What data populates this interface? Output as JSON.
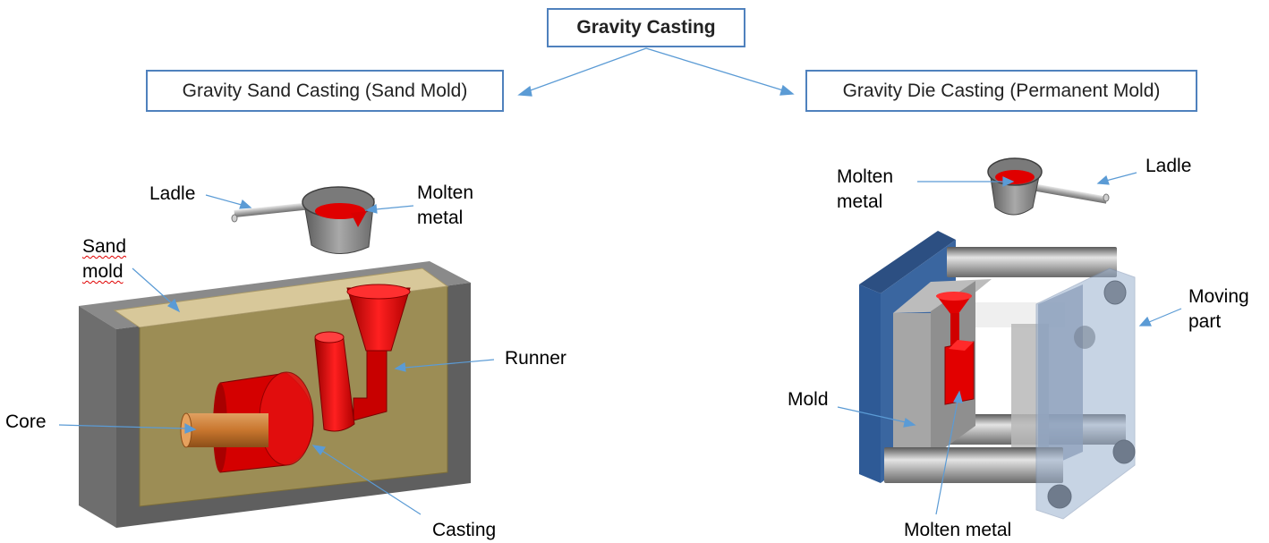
{
  "title": "Gravity Casting",
  "branches": {
    "sand": "Gravity Sand Casting (Sand Mold)",
    "die": "Gravity Die Casting (Permanent Mold)"
  },
  "sand_labels": {
    "ladle": "Ladle",
    "molten_1": "Molten",
    "molten_2": "metal",
    "sand_1": "Sand",
    "sand_2": "mold",
    "runner": "Runner",
    "core": "Core",
    "casting": "Casting"
  },
  "die_labels": {
    "molten_1": "Molten",
    "molten_2": "metal",
    "ladle": "Ladle",
    "moving_1": "Moving",
    "moving_2": "part",
    "mold": "Mold",
    "molten_bottom": "Molten metal"
  },
  "colors": {
    "box_border": "#4f81bd",
    "arrow": "#5b9bd5",
    "molten": "#e00000",
    "sand": "#9c8d55",
    "frame": "#6b6b6b",
    "platen": "#3a66a0",
    "core": "#c8762e"
  }
}
